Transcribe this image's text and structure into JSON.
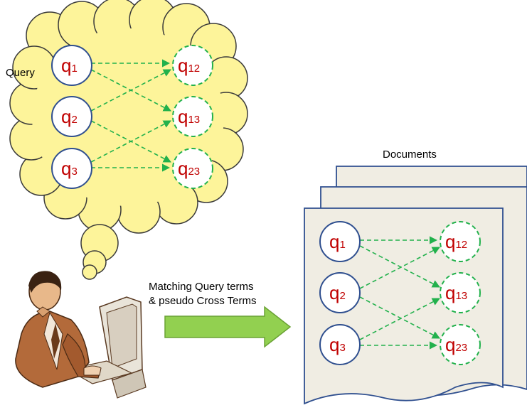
{
  "labels": {
    "query": "Query",
    "documents": "Documents",
    "matching_line1": "Matching  Query terms",
    "matching_line2": "& pseudo Cross Terms"
  },
  "query_nodes": [
    {
      "base": "q",
      "sub": "1"
    },
    {
      "base": "q",
      "sub": "2"
    },
    {
      "base": "q",
      "sub": "3"
    }
  ],
  "cross_nodes": [
    {
      "base": "q",
      "sub": "12"
    },
    {
      "base": "q",
      "sub": "13"
    },
    {
      "base": "q",
      "sub": "23"
    }
  ],
  "doc_query_nodes": [
    {
      "base": "q",
      "sub": "1"
    },
    {
      "base": "q",
      "sub": "2"
    },
    {
      "base": "q",
      "sub": "3"
    }
  ],
  "doc_cross_nodes": [
    {
      "base": "q",
      "sub": "12"
    },
    {
      "base": "q",
      "sub": "13"
    },
    {
      "base": "q",
      "sub": "23"
    }
  ],
  "icons": {
    "person": "person-at-computer-icon",
    "cloud": "thought-cloud-icon",
    "arrow": "right-arrow-icon",
    "documents": "document-stack-icon"
  },
  "colors": {
    "cloud_fill": "#fdf49a",
    "node_stroke": "#2f4f8f",
    "cross_stroke": "#22b14c",
    "node_text": "#c00000",
    "arrow_fill": "#92d050",
    "doc_fill": "#f0ede3"
  }
}
